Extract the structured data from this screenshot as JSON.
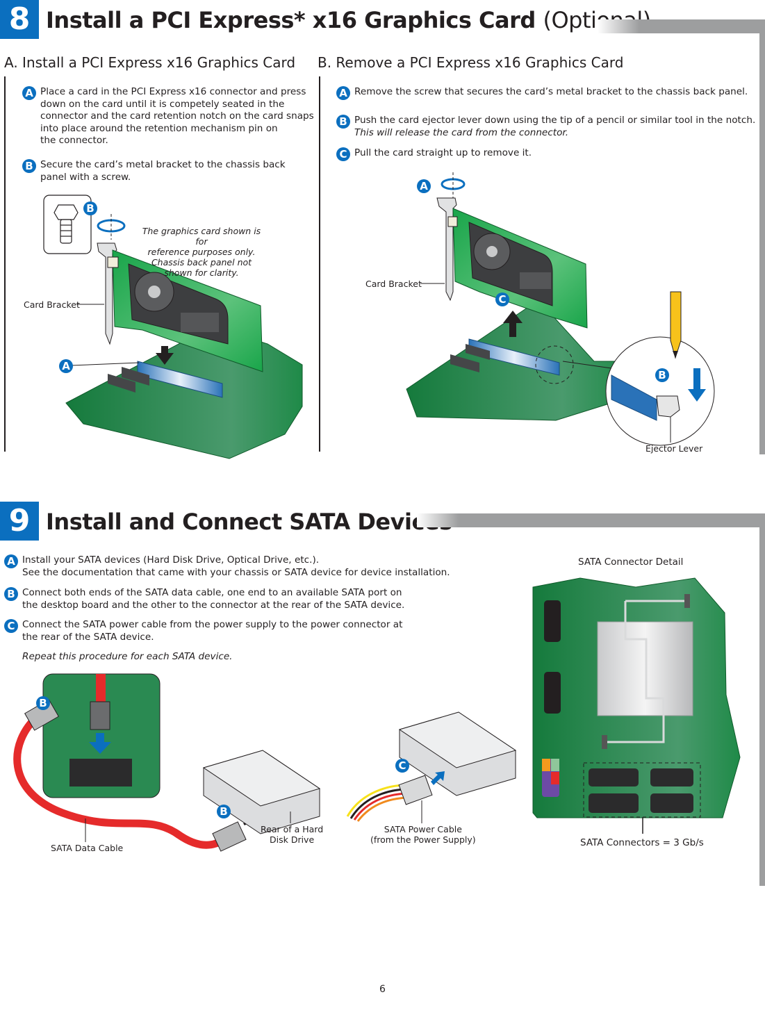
{
  "section8": {
    "number": "8",
    "title_main": "Install a PCI Express* x16 Graphics Card",
    "title_suffix": "(Optional)",
    "colors": {
      "accent": "#0b6fbf",
      "bar_gray": "#9d9e9f",
      "board_green": "#1f8a48"
    },
    "partA": {
      "heading": "A. Install a PCI Express x16 Graphics Card",
      "steps": [
        {
          "badge": "A",
          "text": "Place a card in the PCI Express x16 connector and press\ndown on the card until it is competely seated in the\nconnector and the card retention notch on the card snaps\ninto place around the retention mechanism pin on\nthe connector."
        },
        {
          "badge": "B",
          "text": "Secure the card’s metal bracket to the chassis back\npanel with a screw."
        }
      ],
      "figure": {
        "note": "The graphics card shown is for\nreference purposes only.\nChassis back panel not\nshown for clarity.",
        "card_bracket_label": "Card Bracket",
        "callouts": [
          "B",
          "A"
        ]
      }
    },
    "partB": {
      "heading": "B. Remove a PCI Express x16 Graphics Card",
      "steps": [
        {
          "badge": "A",
          "text": "Remove the screw that secures the card’s metal bracket to the chassis back panel."
        },
        {
          "badge": "B",
          "text": "Push the card ejector lever down using the tip of a pencil or similar tool in the notch.",
          "note": "This will release the card from the connector."
        },
        {
          "badge": "C",
          "text": "Pull the card straight up to remove it."
        }
      ],
      "figure": {
        "card_bracket_label": "Card Bracket",
        "ejector_label": "Ejector Lever",
        "callouts": [
          "A",
          "C",
          "B"
        ]
      }
    }
  },
  "section9": {
    "number": "9",
    "title": "Install and Connect SATA Devices",
    "steps": [
      {
        "badge": "A",
        "text": "Install your SATA devices (Hard Disk Drive, Optical Drive, etc.).\nSee the documentation that came with your chassis or SATA device for device installation."
      },
      {
        "badge": "B",
        "text": "Connect both ends of the SATA data cable, one end to an available SATA port on\nthe desktop board and the other to the connector at the rear of the SATA device."
      },
      {
        "badge": "C",
        "text": "Connect the SATA power cable from the power supply to the power connector at\nthe rear of the SATA device."
      }
    ],
    "repeat_note": "Repeat this procedure for each SATA device.",
    "figure": {
      "sata_data_cable_label": "SATA Data Cable",
      "hdd_rear_label": "Rear of a Hard\nDisk Drive",
      "power_cable_label": "SATA Power Cable\n(from the Power Supply)",
      "callouts": [
        "B",
        "B",
        "C"
      ]
    },
    "detail": {
      "title": "SATA Connector Detail",
      "connectors_label": "SATA Connectors = 3 Gb/s"
    }
  },
  "page_number": "6"
}
